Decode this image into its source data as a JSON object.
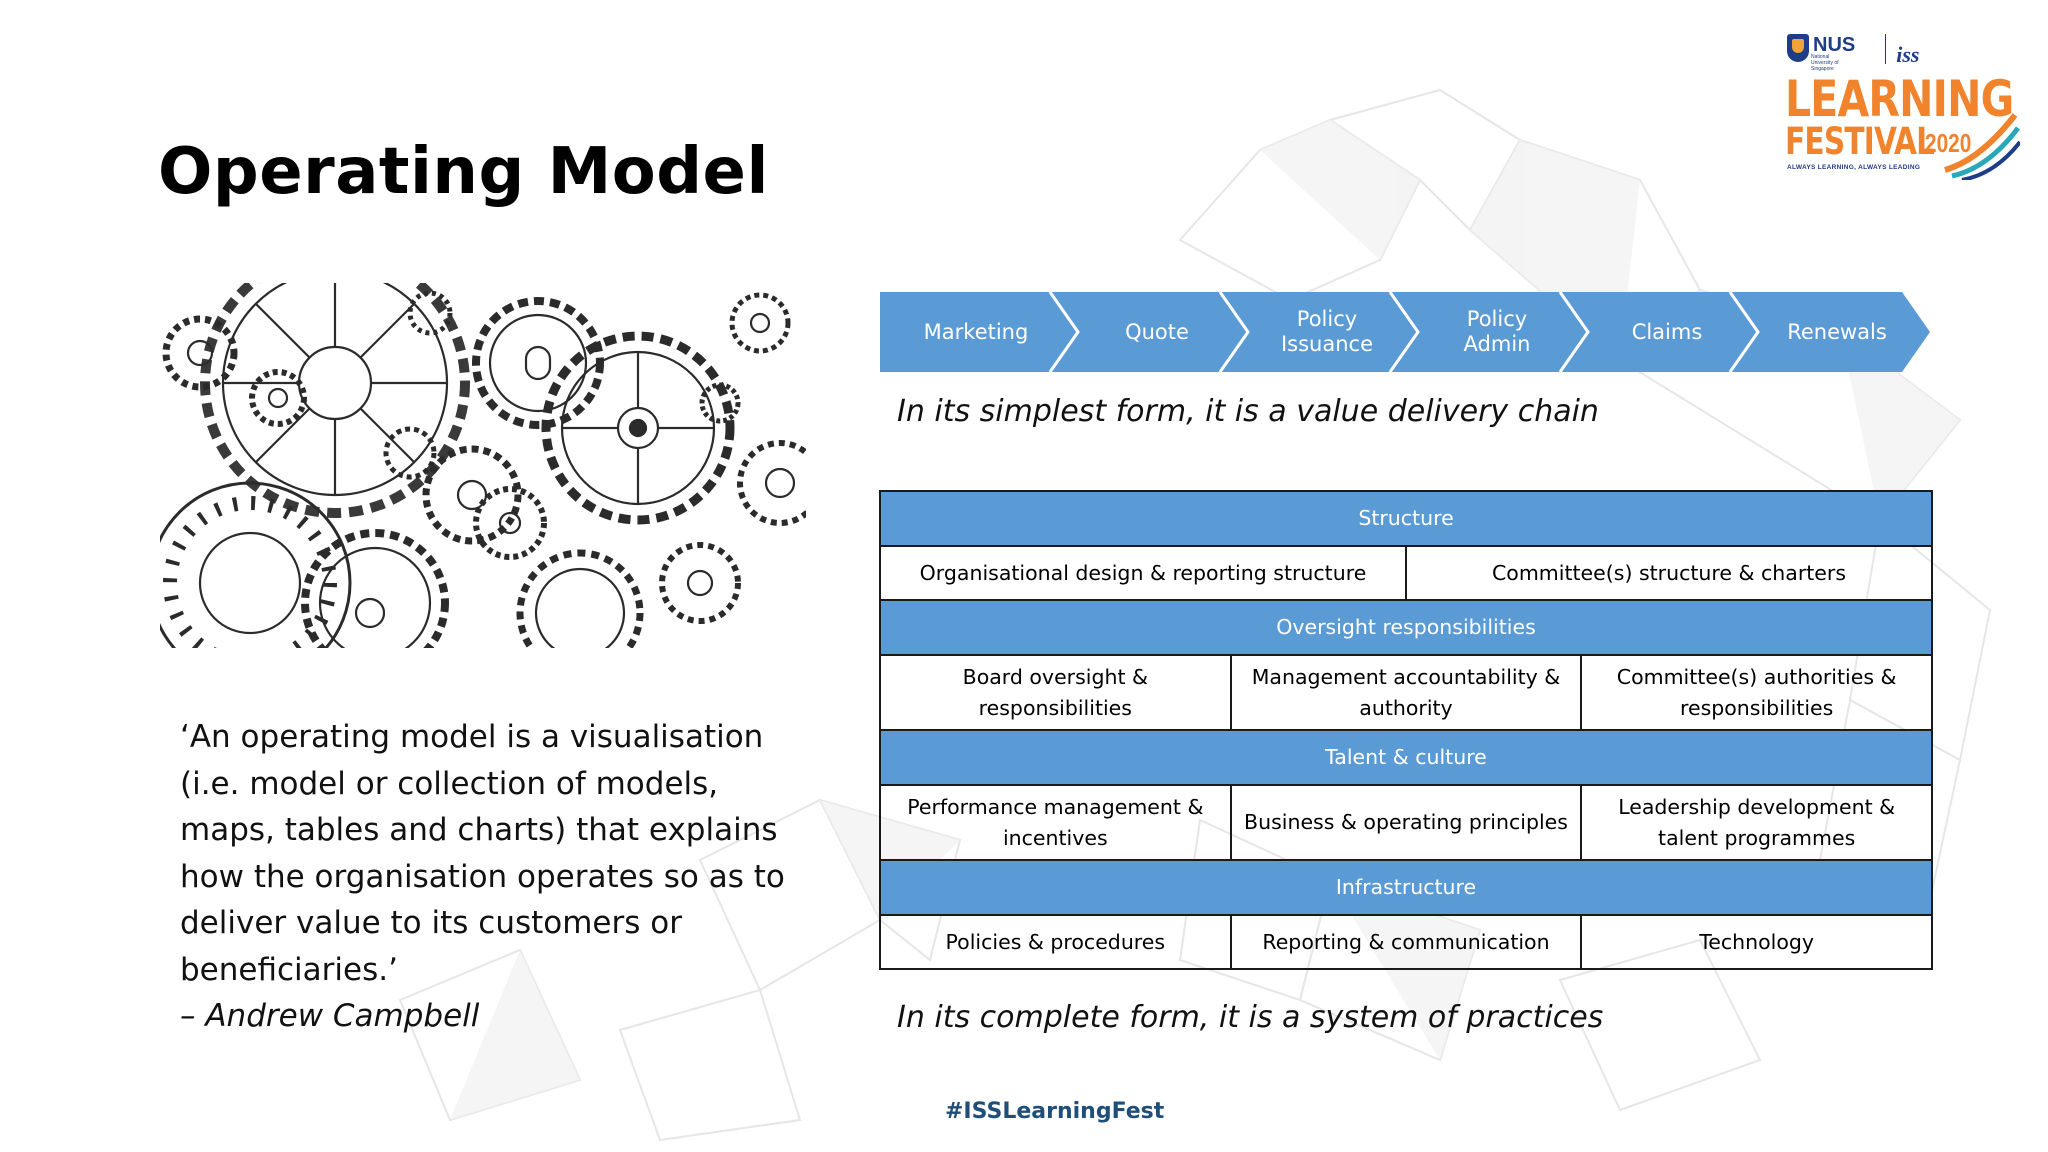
{
  "slide": {
    "title": "Operating Model",
    "hashtag": "#ISSLearningFest"
  },
  "logo": {
    "nus": "NUS",
    "nus_sub": "National University of Singapore",
    "iss": "iss",
    "line1": "LEARNING",
    "line2": "FESTIVAL",
    "year": "2020",
    "tagline": "ALWAYS LEARNING, ALWAYS LEADING",
    "colors": {
      "orange": "#f0832b",
      "navy": "#1f3c88",
      "teal": "#2aa7b8"
    }
  },
  "image": {
    "icon": "gears-illustration-icon"
  },
  "quote": {
    "text": "‘An operating model is a visualisation (i.e. model or collection of models, maps, tables and charts) that explains how the organisation operates so as to deliver value to its customers or beneficiaries.’",
    "author": "– Andrew Campbell"
  },
  "value_chain": {
    "steps": [
      "Marketing",
      "Quote",
      "Policy\nIssuance",
      "Policy\nAdmin",
      "Claims",
      "Renewals"
    ],
    "caption": "In its simplest form, it is a value delivery chain",
    "color": "#5b9bd5"
  },
  "practices": {
    "sections": [
      {
        "title": "Structure",
        "cells": [
          "Organisational design & reporting structure",
          "Committee(s) structure & charters"
        ]
      },
      {
        "title": "Oversight responsibilities",
        "cells": [
          "Board oversight & responsibilities",
          "Management accountability & authority",
          "Committee(s) authorities & responsibilities"
        ]
      },
      {
        "title": "Talent & culture",
        "cells": [
          "Performance management & incentives",
          "Business & operating principles",
          "Leadership development & talent programmes"
        ]
      },
      {
        "title": "Infrastructure",
        "cells": [
          "Policies & procedures",
          "Reporting & communication",
          "Technology"
        ]
      }
    ],
    "caption": "In its complete form, it is a system of practices",
    "header_color": "#5b9bd5"
  }
}
